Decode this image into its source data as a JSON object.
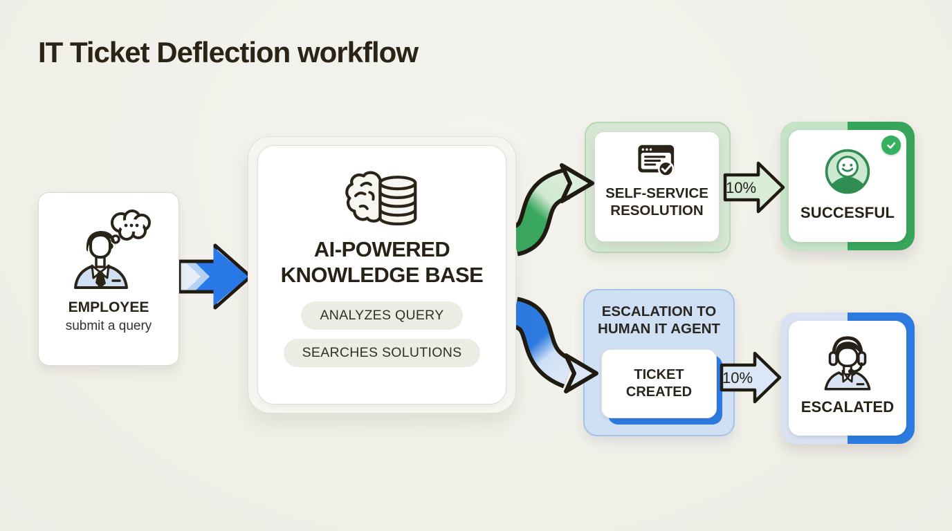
{
  "title": "IT Ticket Deflection workflow",
  "nodes": {
    "employee": {
      "label": "EMPLOYEE",
      "sublabel": "submit a query",
      "icon": "person-thought-bubble-icon"
    },
    "knowledge_base": {
      "label": "AI-POWERED\nKNOWLEDGE BASE",
      "icon": "brain-database-icon",
      "pills": [
        "ANALYZES QUERY",
        "SEARCHES SOLUTIONS"
      ]
    },
    "self_service": {
      "label": "SELF-SERVICE\nRESOLUTION",
      "icon": "document-check-icon"
    },
    "successful": {
      "label": "SUCCESFUL",
      "icon": "smiley-avatar-icon",
      "badge": "check-badge-icon"
    },
    "escalation": {
      "label": "ESCALATION TO\nHUMAN IT AGENT",
      "ticket_label": "TICKET\nCREATED"
    },
    "escalated": {
      "label": "ESCALATED",
      "icon": "support-agent-icon"
    }
  },
  "arrows": {
    "self_service_rate": "10%",
    "escalation_rate": "10%"
  },
  "colors": {
    "background": "#f1f0ea",
    "text": "#2a2318",
    "blue": "#2d7be0",
    "pale_blue": "#dbe7f7",
    "green": "#3aa75f",
    "pale_green": "#d9ecd8",
    "success_green": "#37a65c",
    "badge_green": "#35b05f"
  }
}
